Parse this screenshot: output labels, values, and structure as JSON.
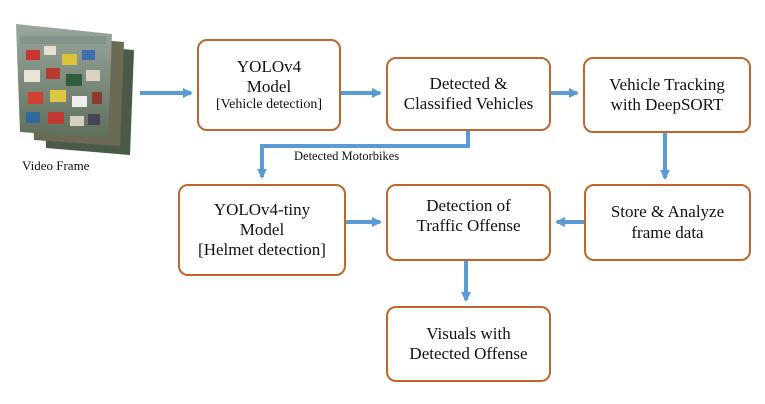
{
  "input": {
    "caption": "Video Frame"
  },
  "nodes": {
    "yolov4": {
      "line1": "YOLOv4",
      "line2": "Model",
      "line3": "[Vehicle detection]"
    },
    "detected": {
      "line1": "Detected &",
      "line2": "Classified Vehicles"
    },
    "tracking": {
      "line1": "Vehicle Tracking",
      "line2": "with DeepSORT"
    },
    "yolotiny": {
      "line1": "YOLOv4-tiny",
      "line2": "Model",
      "line3": "[Helmet detection]"
    },
    "offense": {
      "line1": "Detection of",
      "line2": "Traffic Offense"
    },
    "store": {
      "line1": "Store & Analyze",
      "line2": "frame data"
    },
    "visuals": {
      "line1": "Visuals with",
      "line2": "Detected Offense"
    }
  },
  "edges": {
    "motorbikes_label": "Detected Motorbikes"
  },
  "colors": {
    "box_border": "#c0662b",
    "arrow": "#5b9bd5"
  }
}
